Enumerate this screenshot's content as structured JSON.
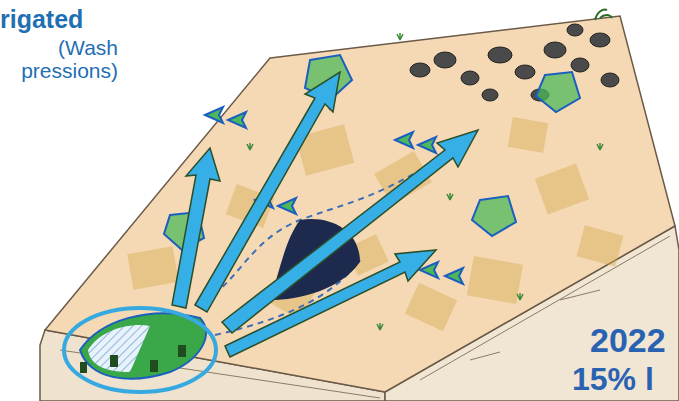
{
  "diagram": {
    "labels": [
      "rigated",
      "(Wash pressions)",
      "2022",
      "15% l"
    ]
  }
}
